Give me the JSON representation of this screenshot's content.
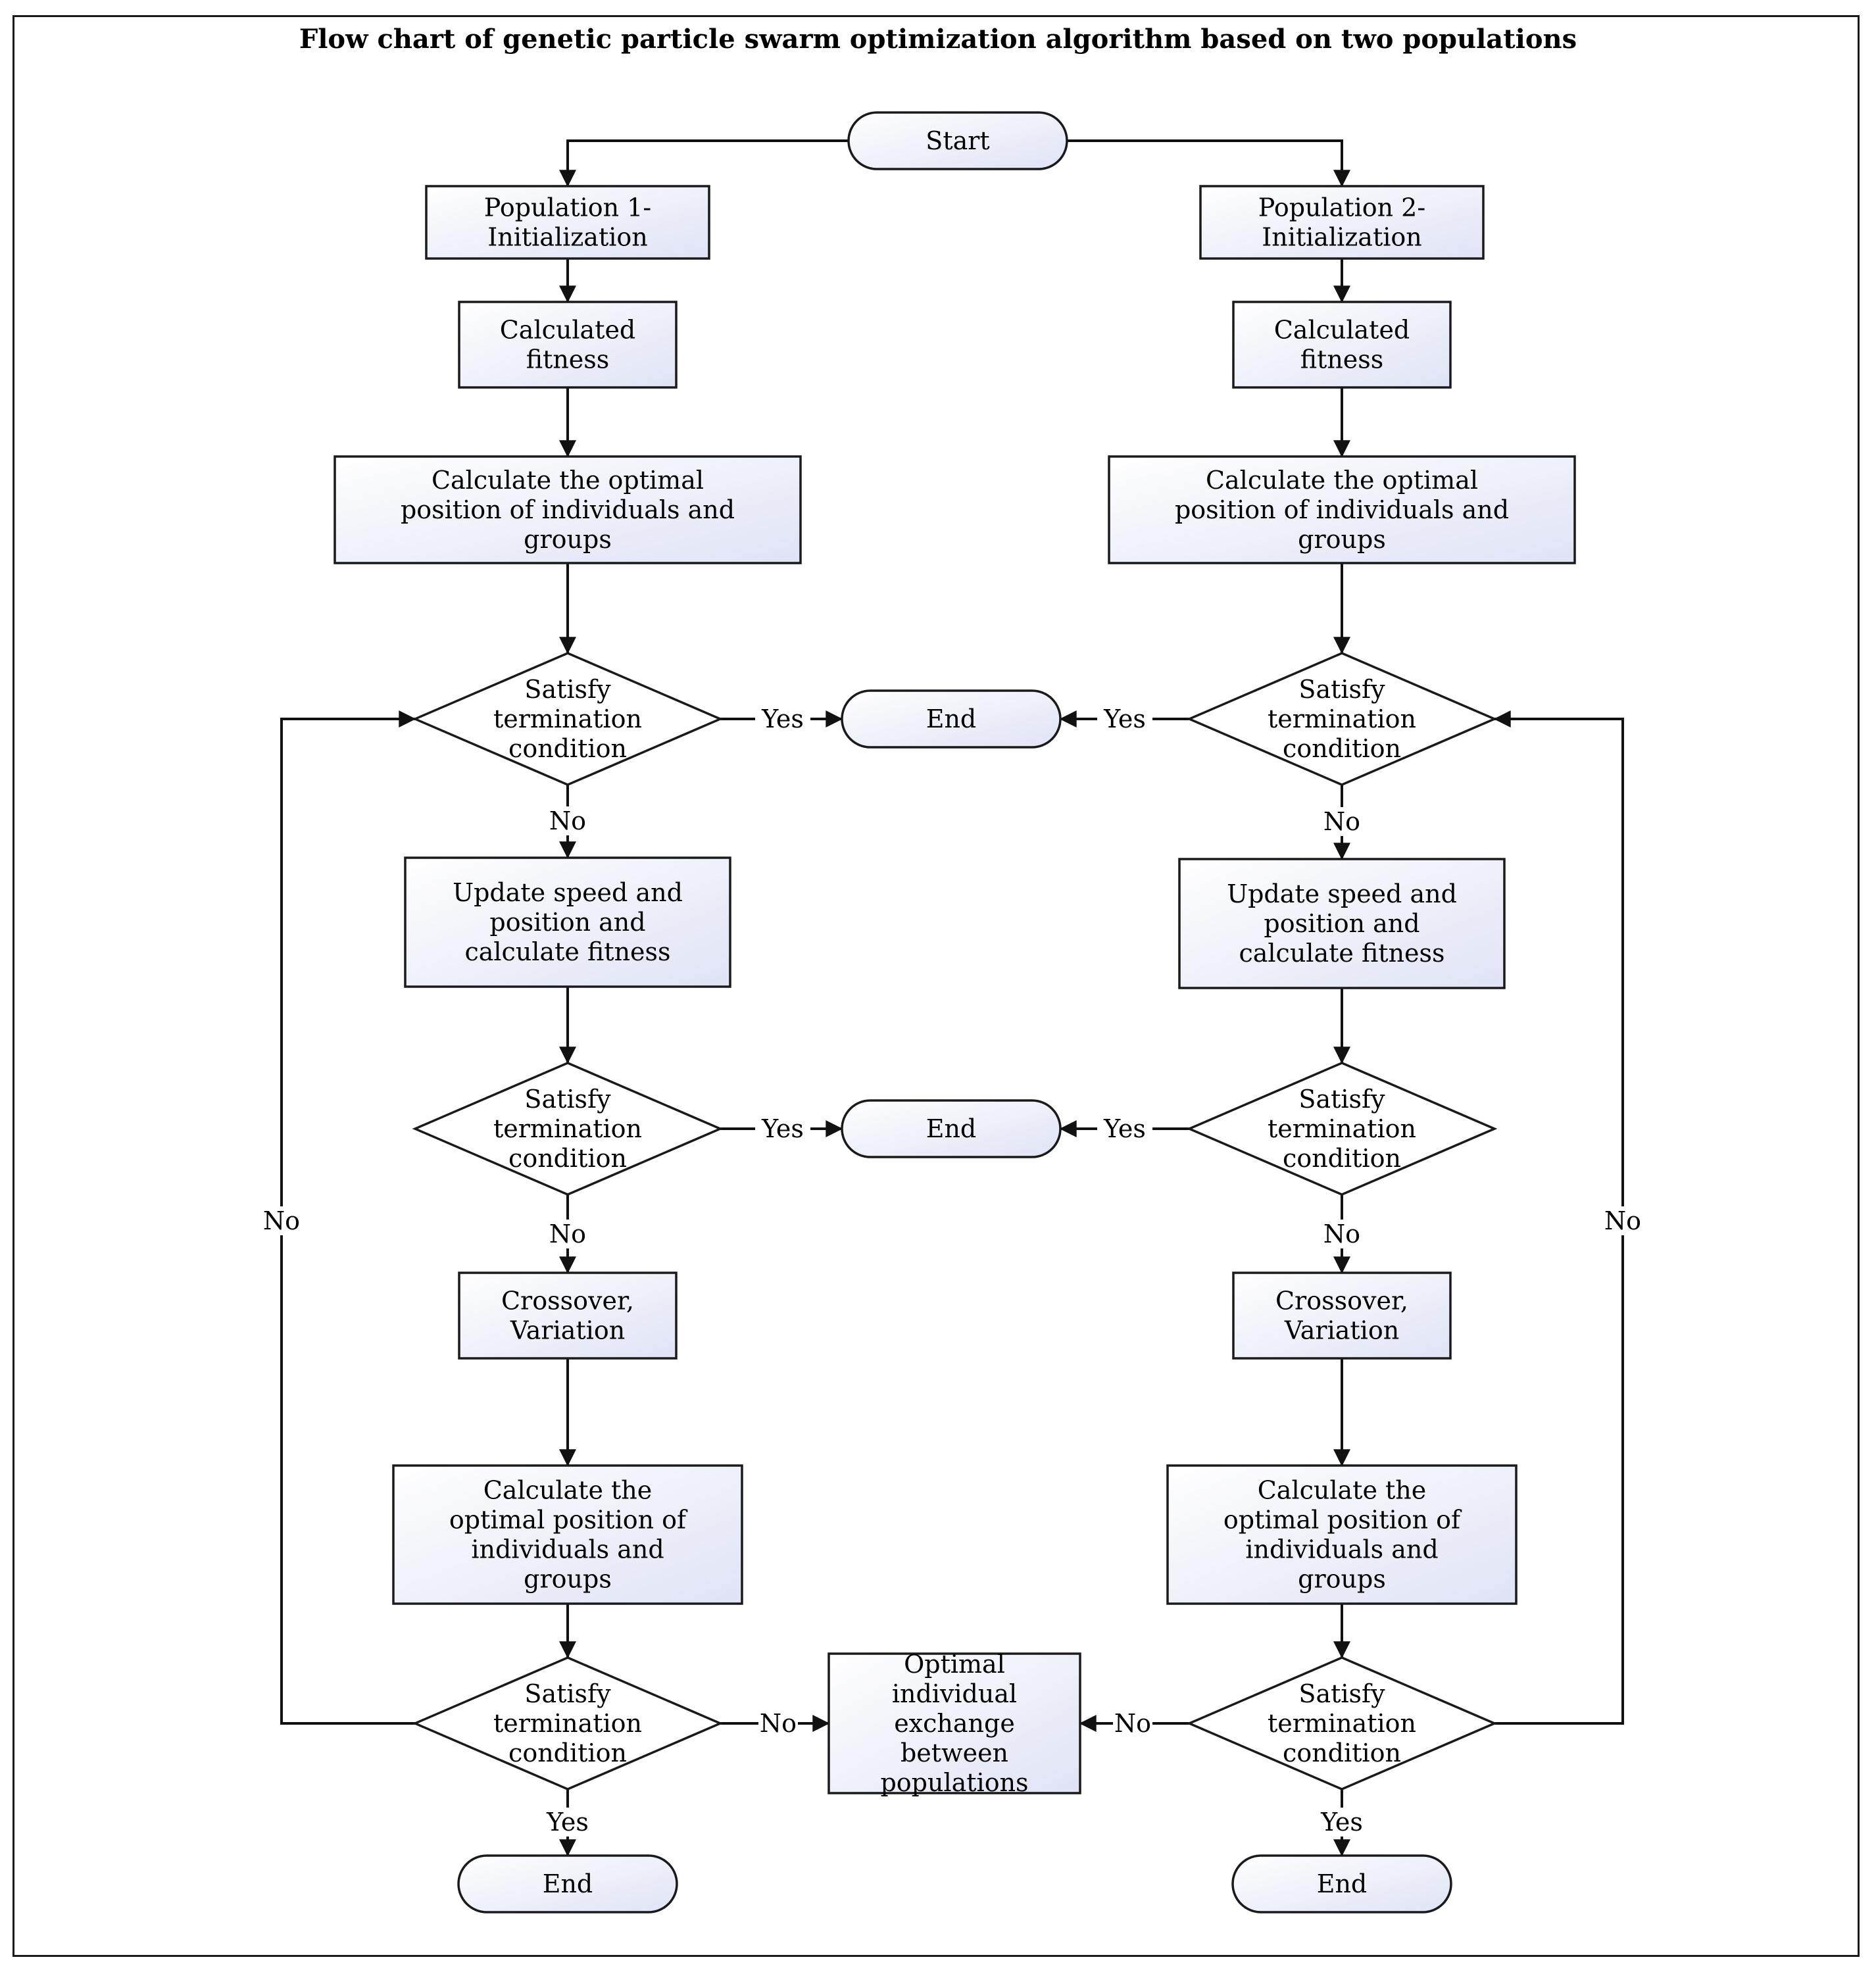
{
  "title": "Flow chart of genetic particle swarm optimization algorithm based on two populations",
  "colors": {
    "box_fill_start": "#ffffff",
    "box_fill_end": "#dfe3f5",
    "stroke": "#1a1a1a"
  },
  "nodes": [
    {
      "id": "start",
      "shape": "terminal",
      "lines": [
        "Start"
      ]
    },
    {
      "id": "p1_init",
      "shape": "process",
      "lines": [
        "Population 1-",
        "Initialization"
      ]
    },
    {
      "id": "p2_init",
      "shape": "process",
      "lines": [
        "Population 2-",
        "Initialization"
      ]
    },
    {
      "id": "p1_fit",
      "shape": "process",
      "lines": [
        "Calculated",
        "fitness"
      ]
    },
    {
      "id": "p2_fit",
      "shape": "process",
      "lines": [
        "Calculated",
        "fitness"
      ]
    },
    {
      "id": "p1_opt1",
      "shape": "process",
      "lines": [
        "Calculate the optimal",
        "position of individuals and",
        "groups"
      ]
    },
    {
      "id": "p2_opt1",
      "shape": "process",
      "lines": [
        "Calculate the optimal",
        "position of individuals and",
        "groups"
      ]
    },
    {
      "id": "p1_d1",
      "shape": "decision",
      "lines": [
        "Satisfy",
        "termination",
        "condition"
      ]
    },
    {
      "id": "p2_d1",
      "shape": "decision",
      "lines": [
        "Satisfy",
        "termination",
        "condition"
      ]
    },
    {
      "id": "end_mid1",
      "shape": "terminal",
      "lines": [
        "End"
      ]
    },
    {
      "id": "p1_upd",
      "shape": "process",
      "lines": [
        "Update speed and",
        "position and",
        "calculate fitness"
      ]
    },
    {
      "id": "p2_upd",
      "shape": "process",
      "lines": [
        "Update speed and",
        "position and",
        "calculate fitness"
      ]
    },
    {
      "id": "p1_d2",
      "shape": "decision",
      "lines": [
        "Satisfy",
        "termination",
        "condition"
      ]
    },
    {
      "id": "p2_d2",
      "shape": "decision",
      "lines": [
        "Satisfy",
        "termination",
        "condition"
      ]
    },
    {
      "id": "end_mid2",
      "shape": "terminal",
      "lines": [
        "End"
      ]
    },
    {
      "id": "p1_cross",
      "shape": "process",
      "lines": [
        "Crossover,",
        "Variation"
      ]
    },
    {
      "id": "p2_cross",
      "shape": "process",
      "lines": [
        "Crossover,",
        "Variation"
      ]
    },
    {
      "id": "p1_opt2",
      "shape": "process",
      "lines": [
        "Calculate the",
        "optimal position of",
        "individuals and",
        "groups"
      ]
    },
    {
      "id": "p2_opt2",
      "shape": "process",
      "lines": [
        "Calculate the",
        "optimal position of",
        "individuals and",
        "groups"
      ]
    },
    {
      "id": "p1_d3",
      "shape": "decision",
      "lines": [
        "Satisfy",
        "termination",
        "condition"
      ]
    },
    {
      "id": "p2_d3",
      "shape": "decision",
      "lines": [
        "Satisfy",
        "termination",
        "condition"
      ]
    },
    {
      "id": "exchange",
      "shape": "process",
      "lines": [
        "Optimal",
        "individual",
        "exchange",
        "between",
        "populations"
      ]
    },
    {
      "id": "p1_end",
      "shape": "terminal",
      "lines": [
        "End"
      ]
    },
    {
      "id": "p2_end",
      "shape": "terminal",
      "lines": [
        "End"
      ]
    }
  ],
  "edges": [
    {
      "id": "e_start_p1",
      "label": ""
    },
    {
      "id": "e_start_p2",
      "label": ""
    },
    {
      "id": "e_p1_init_fit",
      "label": ""
    },
    {
      "id": "e_p2_init_fit",
      "label": ""
    },
    {
      "id": "e_p1_fit_opt1",
      "label": ""
    },
    {
      "id": "e_p2_fit_opt1",
      "label": ""
    },
    {
      "id": "e_p1_opt1_d1",
      "label": ""
    },
    {
      "id": "e_p2_opt1_d1",
      "label": ""
    },
    {
      "id": "e_p1_d1_end",
      "label": "Yes"
    },
    {
      "id": "e_p2_d1_end",
      "label": "Yes"
    },
    {
      "id": "e_p1_d1_upd",
      "label": "No"
    },
    {
      "id": "e_p2_d1_upd",
      "label": "No"
    },
    {
      "id": "e_p1_upd_d2",
      "label": ""
    },
    {
      "id": "e_p2_upd_d2",
      "label": ""
    },
    {
      "id": "e_p1_d2_end",
      "label": "Yes"
    },
    {
      "id": "e_p2_d2_end",
      "label": "Yes"
    },
    {
      "id": "e_p1_d2_cross",
      "label": "No"
    },
    {
      "id": "e_p2_d2_cross",
      "label": "No"
    },
    {
      "id": "e_p1_cross_opt2",
      "label": ""
    },
    {
      "id": "e_p2_cross_opt2",
      "label": ""
    },
    {
      "id": "e_p1_opt2_d3",
      "label": ""
    },
    {
      "id": "e_p2_opt2_d3",
      "label": ""
    },
    {
      "id": "e_p1_d3_exch",
      "label": "No"
    },
    {
      "id": "e_p2_d3_exch",
      "label": "No"
    },
    {
      "id": "e_p1_d3_end",
      "label": "Yes"
    },
    {
      "id": "e_p2_d3_end",
      "label": "Yes"
    },
    {
      "id": "e_p1_loop",
      "label": "No"
    },
    {
      "id": "e_p2_loop",
      "label": "No"
    }
  ]
}
